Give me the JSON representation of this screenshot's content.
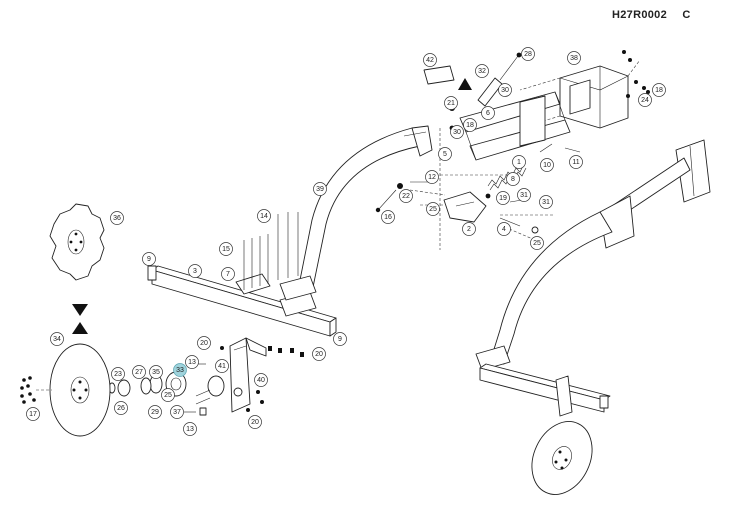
{
  "drawing": {
    "code": "H27R0002",
    "revision": "C"
  },
  "callouts": [
    {
      "id": "c1",
      "label": "1"
    },
    {
      "id": "c2",
      "label": "2"
    },
    {
      "id": "c3",
      "label": "3"
    },
    {
      "id": "c4",
      "label": "4"
    },
    {
      "id": "c5",
      "label": "5"
    },
    {
      "id": "c6",
      "label": "6"
    },
    {
      "id": "c7",
      "label": "7"
    },
    {
      "id": "c8",
      "label": "8"
    },
    {
      "id": "c9a",
      "label": "9"
    },
    {
      "id": "c9b",
      "label": "9"
    },
    {
      "id": "c10",
      "label": "10"
    },
    {
      "id": "c11",
      "label": "11"
    },
    {
      "id": "c12",
      "label": "12"
    },
    {
      "id": "c13a",
      "label": "13"
    },
    {
      "id": "c13b",
      "label": "13"
    },
    {
      "id": "c14",
      "label": "14"
    },
    {
      "id": "c15",
      "label": "15"
    },
    {
      "id": "c16",
      "label": "16"
    },
    {
      "id": "c17",
      "label": "17"
    },
    {
      "id": "c18a",
      "label": "18"
    },
    {
      "id": "c18b",
      "label": "18"
    },
    {
      "id": "c19",
      "label": "19"
    },
    {
      "id": "c20a",
      "label": "20"
    },
    {
      "id": "c20b",
      "label": "20"
    },
    {
      "id": "c20c",
      "label": "20"
    },
    {
      "id": "c21",
      "label": "21"
    },
    {
      "id": "c22",
      "label": "22"
    },
    {
      "id": "c23",
      "label": "23"
    },
    {
      "id": "c24",
      "label": "24"
    },
    {
      "id": "c25a",
      "label": "25"
    },
    {
      "id": "c25b",
      "label": "25"
    },
    {
      "id": "c25c",
      "label": "25"
    },
    {
      "id": "c26",
      "label": "26"
    },
    {
      "id": "c27",
      "label": "27"
    },
    {
      "id": "c28",
      "label": "28"
    },
    {
      "id": "c29",
      "label": "29"
    },
    {
      "id": "c30a",
      "label": "30"
    },
    {
      "id": "c30b",
      "label": "30"
    },
    {
      "id": "c31a",
      "label": "31"
    },
    {
      "id": "c31b",
      "label": "31"
    },
    {
      "id": "c32",
      "label": "32"
    },
    {
      "id": "c33",
      "label": "33",
      "highlighted": true
    },
    {
      "id": "c34",
      "label": "34"
    },
    {
      "id": "c35",
      "label": "35"
    },
    {
      "id": "c36",
      "label": "36"
    },
    {
      "id": "c37",
      "label": "37"
    },
    {
      "id": "c38",
      "label": "38"
    },
    {
      "id": "c39",
      "label": "39"
    },
    {
      "id": "c40",
      "label": "40"
    },
    {
      "id": "c41",
      "label": "41"
    },
    {
      "id": "c42",
      "label": "42"
    }
  ],
  "colors": {
    "line": "#222222",
    "highlight": "#9fd3dc"
  }
}
